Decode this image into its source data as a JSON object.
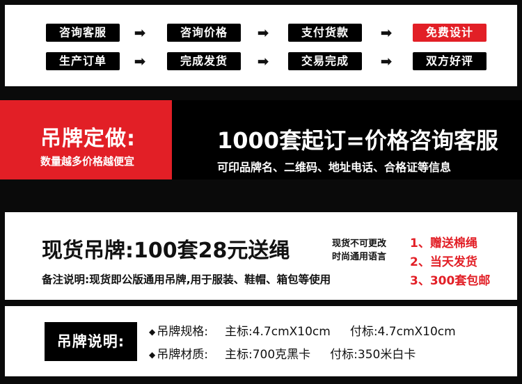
{
  "steps": {
    "row1": [
      "咨询客服",
      "咨询价格",
      "支付货款",
      "免费设计"
    ],
    "row2": [
      "生产订单",
      "完成发货",
      "交易完成",
      "双方好评"
    ],
    "highlight_color": "#e21f26"
  },
  "banner": {
    "title": "吊牌定做:",
    "subtitle": "数量越多价格越便宜",
    "main": "1000套起订=价格咨询客服",
    "info": "可印品牌名、二维码、地址电话、合格证等信息"
  },
  "stock": {
    "main": "现货吊牌:100套28元送绳",
    "note_line1": "现货不可更改",
    "note_line2": "时尚通用语言",
    "remark": "备注说明:现货即公版通用吊牌,用于服装、鞋帽、箱包等使用",
    "gifts": [
      "1、赠送棉绳",
      "2、当天发货",
      "3、300套包邮"
    ]
  },
  "spec": {
    "label": "吊牌说明:",
    "row1": {
      "name": "吊牌规格:",
      "main": "主标:4.7cmX10cm",
      "sub": "付标:4.7cmX10cm"
    },
    "row2": {
      "name": "吊牌材质:",
      "main": "主标:700克黑卡",
      "sub": "付标:350米白卡"
    },
    "bullet": "◆"
  }
}
